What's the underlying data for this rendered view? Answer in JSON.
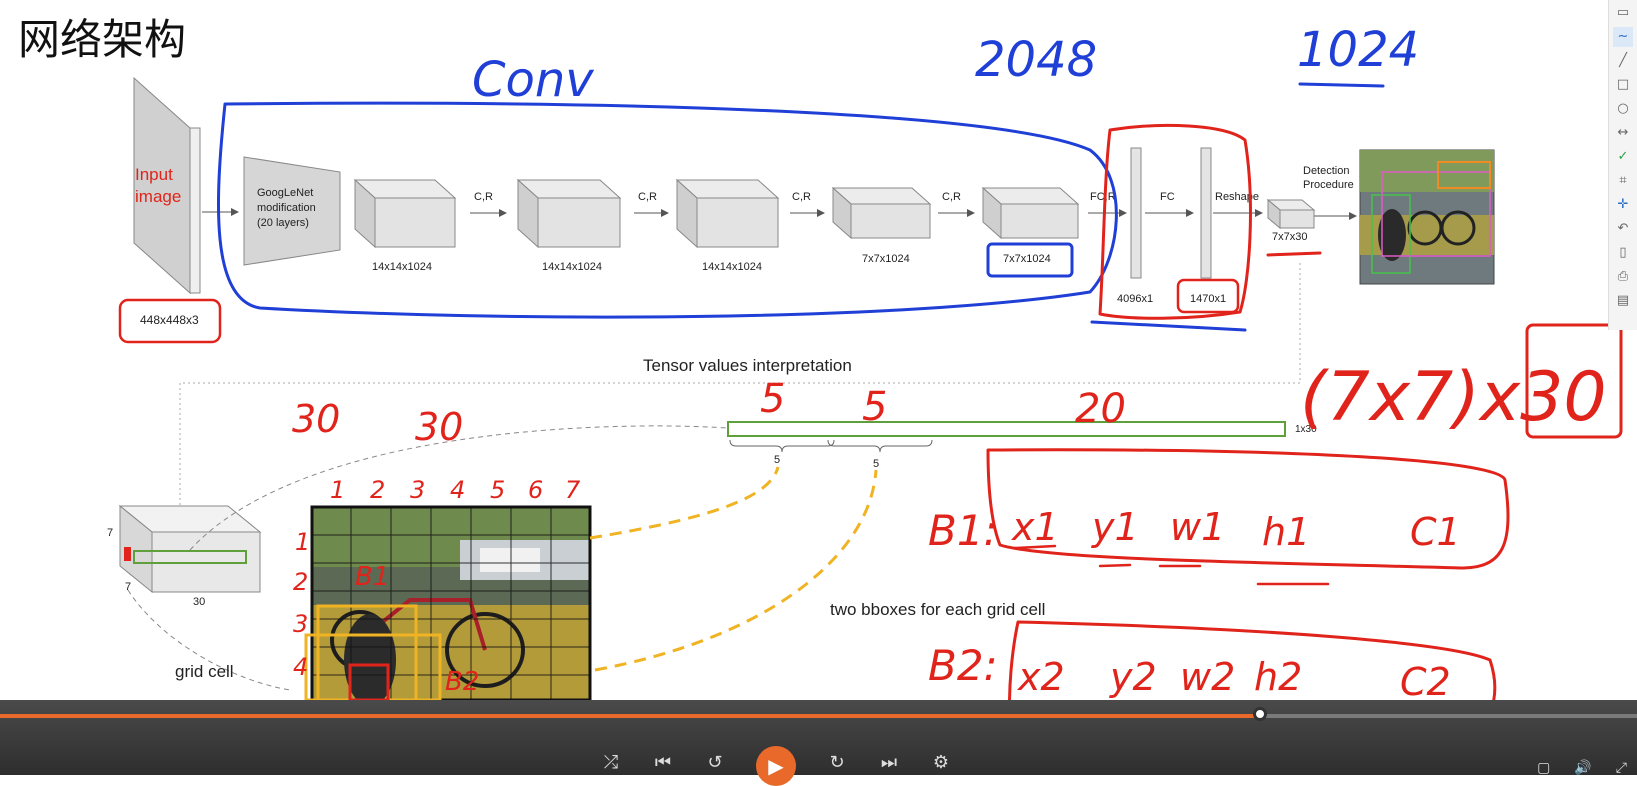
{
  "page_title": "网络架构",
  "diagram": {
    "input_label": "Input image",
    "input_size": "448x448x3",
    "googlenet_label": [
      "GoogLeNet",
      "modification",
      "(20 layers)"
    ],
    "blocks": [
      {
        "size": "14x14x1024"
      },
      {
        "size": "14x14x1024"
      },
      {
        "size": "14x14x1024"
      },
      {
        "size": "7x7x1024"
      },
      {
        "size": "7x7x1024"
      }
    ],
    "arrow_labels": [
      "C,R",
      "C,R",
      "C,R",
      "C,R",
      "FC,R",
      "FC",
      "Reshape"
    ],
    "fc1_size": "4096x1",
    "fc2_size": "1470x1",
    "reshape_size": "7x7x30",
    "detection_label": [
      "Detection",
      "Procedure"
    ],
    "tensor_title": "Tensor values interpretation",
    "vector_size": "1x30",
    "brace_labels": [
      "5",
      "5"
    ],
    "cube_dims": {
      "h": "7",
      "w": "7",
      "d": "30"
    },
    "grid_cell_label": "grid cell",
    "bbox_caption": "two bboxes for each grid cell"
  },
  "annotations": {
    "conv": "Conv",
    "n2048": "2048",
    "n1024": "1024",
    "five_a": "5",
    "five_b": "5",
    "twenty": "20",
    "thirty_a": "30",
    "thirty_b": "30",
    "thirty_c": "30",
    "tensor_formula": "(7x7)x30",
    "b1_label": "B1:",
    "b1_items": [
      "x1",
      "y1",
      "w1",
      "h1",
      "C1"
    ],
    "b2_label": "B2:",
    "b2_items": [
      "x2",
      "y2",
      "w2",
      "h2",
      "C2"
    ],
    "grid_numbers": [
      "1",
      "2",
      "3",
      "4",
      "5",
      "6",
      "7"
    ],
    "row_numbers": [
      "1",
      "2",
      "3",
      "4"
    ],
    "cell_b": "B1",
    "cell_b2": "B2"
  },
  "player": {
    "progress": 0.77
  },
  "colors": {
    "pen_red": "#e0241b",
    "pen_blue": "#1f3fd6",
    "green": "#5f9f3c",
    "orange": "#f0b323",
    "accent": "#e8692a"
  },
  "toolbar_icons": [
    "pointer-icon",
    "pen-icon",
    "line-icon",
    "rect-icon",
    "ellipse-icon",
    "arrow-icon",
    "check-icon",
    "crop-icon",
    "move-icon",
    "undo-icon",
    "page-icon",
    "print-icon",
    "screen-icon"
  ]
}
